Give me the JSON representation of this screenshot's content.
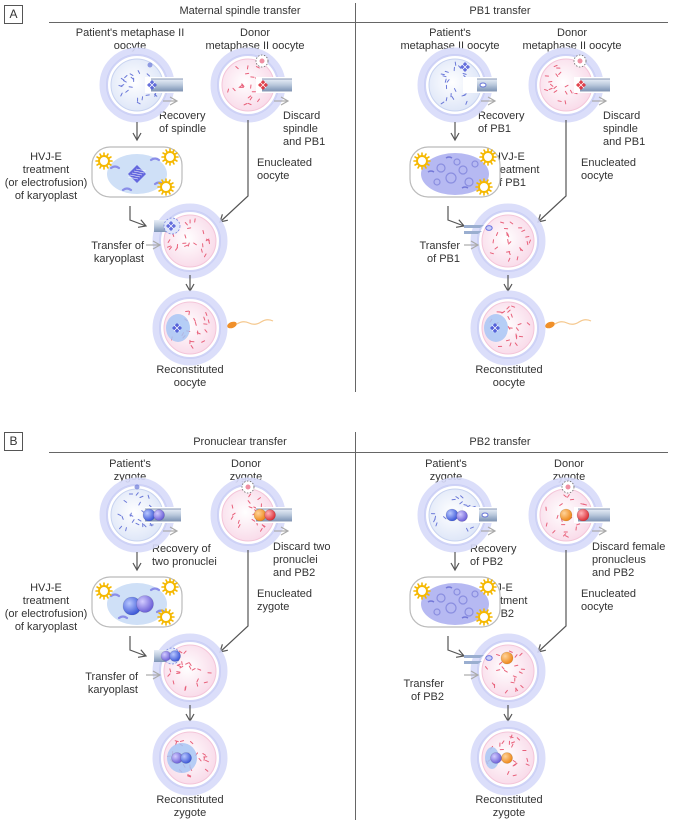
{
  "colors": {
    "patient_cytoplasm": "#e8eefb",
    "donor_cytoplasm": "#fbe6f0",
    "halo": "#c9cdf5",
    "spindle_blue": "#5560d8",
    "spindle_red": "#e0303a",
    "virus_yellow": "#f5b800",
    "pronucleus_blue": "#5a78e8",
    "pronucleus_orange": "#f39a2e",
    "pronucleus_red": "#e84a50",
    "sperm_orange": "#f0902a",
    "arrow_dark": "#555555",
    "arrow_light": "#aaaaaa",
    "line": "#666666"
  },
  "panelA": {
    "letter": "A",
    "left": {
      "title": "Maternal spindle transfer",
      "patient_label": [
        "Patient's metaphase II",
        "oocyte"
      ],
      "donor_label": [
        "Donor",
        "metaphase II oocyte"
      ],
      "recovery_label": [
        "Recovery",
        "of spindle"
      ],
      "discard_label": [
        "Discard",
        "spindle",
        "and PB1"
      ],
      "treatment_label": [
        "HVJ-E",
        "treatment",
        "(or electrofusion)",
        "of karyoplast"
      ],
      "enucleated_label": [
        "Enucleated",
        "oocyte"
      ],
      "transfer_label": [
        "Transfer of",
        "karyoplast"
      ],
      "result_label": [
        "Reconstituted",
        "oocyte"
      ]
    },
    "right": {
      "title": "PB1 transfer",
      "patient_label": [
        "Patient's",
        "metaphase II oocyte"
      ],
      "donor_label": [
        "Donor",
        "metaphase II oocyte"
      ],
      "recovery_label": [
        "Recovery",
        "of PB1"
      ],
      "discard_label": [
        "Discard",
        "spindle",
        "and PB1"
      ],
      "treatment_label": [
        "HVJ-E",
        "treatment",
        "of PB1"
      ],
      "enucleated_label": [
        "Enucleated",
        "oocyte"
      ],
      "transfer_label": [
        "Transfer",
        "of PB1"
      ],
      "result_label": [
        "Reconstituted",
        "oocyte"
      ]
    }
  },
  "panelB": {
    "letter": "B",
    "left": {
      "title": "Pronuclear transfer",
      "patient_label": [
        "Patient's",
        "zygote"
      ],
      "donor_label": [
        "Donor",
        "zygote"
      ],
      "recovery_label": [
        "Recovery of",
        "two pronuclei"
      ],
      "discard_label": [
        "Discard two",
        "pronuclei",
        "and PB2"
      ],
      "treatment_label": [
        "HVJ-E",
        "treatment",
        "(or electrofusion)",
        "of karyoplast"
      ],
      "enucleated_label": [
        "Enucleated",
        "zygote"
      ],
      "transfer_label": [
        "Transfer of",
        "karyoplast"
      ],
      "result_label": [
        "Reconstituted",
        "zygote"
      ]
    },
    "right": {
      "title": "PB2 transfer",
      "patient_label": [
        "Patient's",
        "zygote"
      ],
      "donor_label": [
        "Donor",
        "zygote"
      ],
      "recovery_label": [
        "Recovery",
        "of PB2"
      ],
      "discard_label": [
        "Discard female",
        "pronucleus",
        "and PB2"
      ],
      "treatment_label": [
        "HVJ-E",
        "treatment",
        "of PB2"
      ],
      "enucleated_label": [
        "Enucleated",
        "oocyte"
      ],
      "transfer_label": [
        "Transfer",
        "of PB2"
      ],
      "result_label": [
        "Reconstituted",
        "zygote"
      ]
    }
  }
}
